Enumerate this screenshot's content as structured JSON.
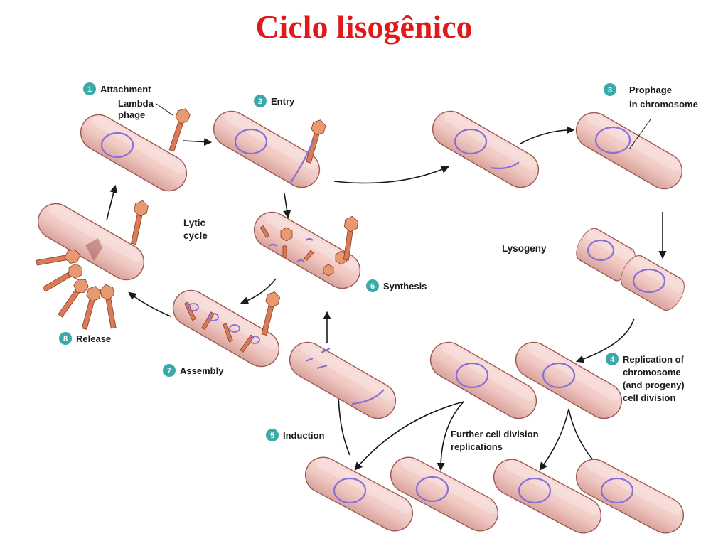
{
  "title": "Ciclo lisogênico",
  "colors": {
    "title": "#e01a1a",
    "badge": "#3aa9a9",
    "cell_fill": "#f1c9c4",
    "cell_outline": "#9a5a52",
    "dna": "#8a6fd6",
    "phage": "#d97b57"
  },
  "steps": [
    {
      "num": "1",
      "label": "Attachment"
    },
    {
      "num": "2",
      "label": "Entry"
    },
    {
      "num": "3",
      "label": "Prophage",
      "label2": "in chromosome"
    },
    {
      "num": "4",
      "label": "Replication of",
      "label2": "chromosome",
      "label3": "(and progeny)",
      "label4": "cell division"
    },
    {
      "num": "5",
      "label": "Induction"
    },
    {
      "num": "6",
      "label": "Synthesis"
    },
    {
      "num": "7",
      "label": "Assembly"
    },
    {
      "num": "8",
      "label": "Release"
    }
  ],
  "annotations": {
    "phage_line1": "Lambda",
    "phage_line2": "phage",
    "lytic_line1": "Lytic",
    "lytic_line2": "cycle",
    "lysogeny": "Lysogeny",
    "further_line1": "Further cell division",
    "further_line2": "replications"
  }
}
